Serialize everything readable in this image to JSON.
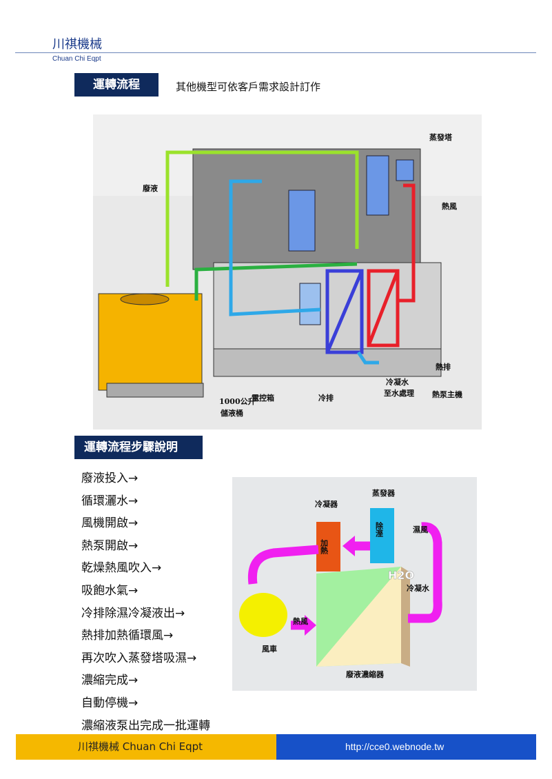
{
  "header": {
    "brand": "川祺機械",
    "brand_en": "Chuan Chi Eqpt"
  },
  "section1": {
    "title": "運轉流程",
    "subtitle": "其他機型可依客戶需求設計訂作"
  },
  "figure1": {
    "labels": {
      "evap_tower": "蒸發塔",
      "waste": "廢液",
      "hot_air": "熱風",
      "hot_coil": "熱排",
      "cond_water_1": "冷凝水",
      "cond_water_2": "至水處理",
      "heat_pump": "熱泵主機",
      "cold_coil": "冷排",
      "control_box": "電控箱",
      "tank_1": "1000公升",
      "tank_2": "儲液桶"
    }
  },
  "section2": {
    "title": "運轉流程步驟說明"
  },
  "steps": [
    "廢液投入→",
    "循環灑水→",
    "風機開啟→",
    "熱泵開啟→",
    "乾燥熱風吹入→",
    "吸飽水氣→",
    "冷排除濕冷凝液出→",
    "熱排加熱循環風→",
    "再次吹入蒸發塔吸濕→",
    "濃縮完成→",
    "自動停機→",
    "濃縮液泵出完成一批運轉"
  ],
  "figure2": {
    "labels": {
      "evaporator": "蒸發器",
      "condenser": "冷凝器",
      "heat": "加熱",
      "dehumid": "除溼",
      "wet_air": "濕風",
      "h2o": "H2O",
      "cond_water": "冷凝水",
      "hot_air": "熱風",
      "fan": "風車",
      "concentrator": "廢液濃縮器"
    }
  },
  "footer": {
    "left": "川祺機械  Chuan Chi Eqpt",
    "right": "http://cce0.webnode.tw"
  },
  "colors": {
    "navy": "#0f2a5c",
    "footer_yellow": "#f5b800",
    "footer_blue": "#1751c8"
  }
}
